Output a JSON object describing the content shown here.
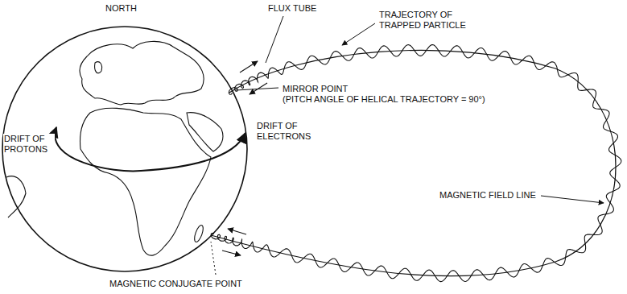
{
  "diagram": {
    "labels": [
      "NORTH",
      "FLUX TUBE",
      "TRAJECTORY OF TRAPPED PARTICLE",
      "MIRROR POINT",
      "(PITCH ANGLE OF HELICAL TRAJECTORY = 90°)",
      "DRIFT OF PROTONS",
      "DRIFT OF ELECTRONS",
      "MAGNETIC FIELD LINE",
      "MAGNETIC CONJUGATE POINT"
    ]
  }
}
